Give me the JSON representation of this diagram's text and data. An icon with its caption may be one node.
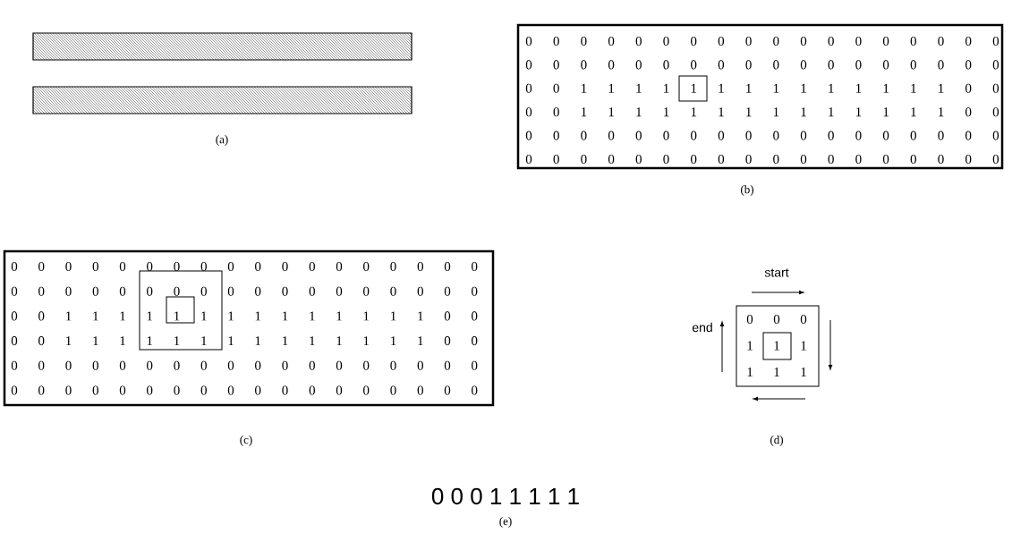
{
  "diagram": {
    "labels": [
      "0",
      "0",
      "0",
      "0",
      "0",
      "0",
      "0",
      "0",
      "0",
      "0",
      "0",
      "0",
      "0",
      "0",
      "0",
      "0",
      "0",
      "0",
      "0",
      "0",
      "0",
      "0",
      "0",
      "0",
      "0",
      "0",
      "0",
      "0",
      "0",
      "0",
      "0",
      "0",
      "0",
      "0",
      "0",
      "0",
      "0",
      "0",
      "1",
      "1",
      "1",
      "1",
      "1",
      "1",
      "1",
      "1",
      "1",
      "1",
      "1",
      "1",
      "1",
      "1",
      "0",
      "0",
      "0",
      "0",
      "1",
      "1",
      "1",
      "1",
      "1",
      "1",
      "1",
      "1",
      "1",
      "1",
      "1",
      "1",
      "1",
      "1",
      "0",
      "0",
      "0",
      "0",
      "0",
      "0",
      "0",
      "0",
      "0",
      "0",
      "0",
      "0",
      "0",
      "0",
      "0",
      "0",
      "0",
      "0",
      "0",
      "0",
      "0",
      "0",
      "0",
      "0",
      "0",
      "0",
      "0",
      "0",
      "0",
      "0",
      "0",
      "0",
      "0",
      "0",
      "0",
      "0",
      "0",
      "0",
      "(a)",
      "(b)",
      "0",
      "0",
      "0",
      "0",
      "0",
      "0",
      "0",
      "0",
      "0",
      "0",
      "0",
      "0",
      "0",
      "0",
      "0",
      "0",
      "0",
      "0",
      "0",
      "0",
      "0",
      "0",
      "0",
      "0",
      "0",
      "0",
      "0",
      "0",
      "0",
      "0",
      "0",
      "0",
      "0",
      "0",
      "0",
      "0",
      "0",
      "0",
      "1",
      "1",
      "1",
      "1",
      "1",
      "1",
      "1",
      "1",
      "1",
      "1",
      "1",
      "1",
      "1",
      "1",
      "0",
      "0",
      "0",
      "0",
      "1",
      "1",
      "1",
      "1",
      "1",
      "1",
      "1",
      "1",
      "1",
      "1",
      "1",
      "1",
      "1",
      "1",
      "0",
      "0",
      "0",
      "0",
      "0",
      "0",
      "0",
      "0",
      "0",
      "0",
      "0",
      "0",
      "0",
      "0",
      "0",
      "0",
      "0",
      "0",
      "0",
      "0",
      "0",
      "0",
      "0",
      "0",
      "0",
      "0",
      "0",
      "0",
      "0",
      "0",
      "0",
      "0",
      "0",
      "0",
      "0",
      "0",
      "0",
      "0",
      "start",
      "end",
      "0",
      "0",
      "0",
      "1",
      "1",
      "1",
      "1",
      "1",
      "1",
      "(c)",
      "(d)",
      "0 0 0 1 1 1 1 1",
      "(e)"
    ]
  }
}
